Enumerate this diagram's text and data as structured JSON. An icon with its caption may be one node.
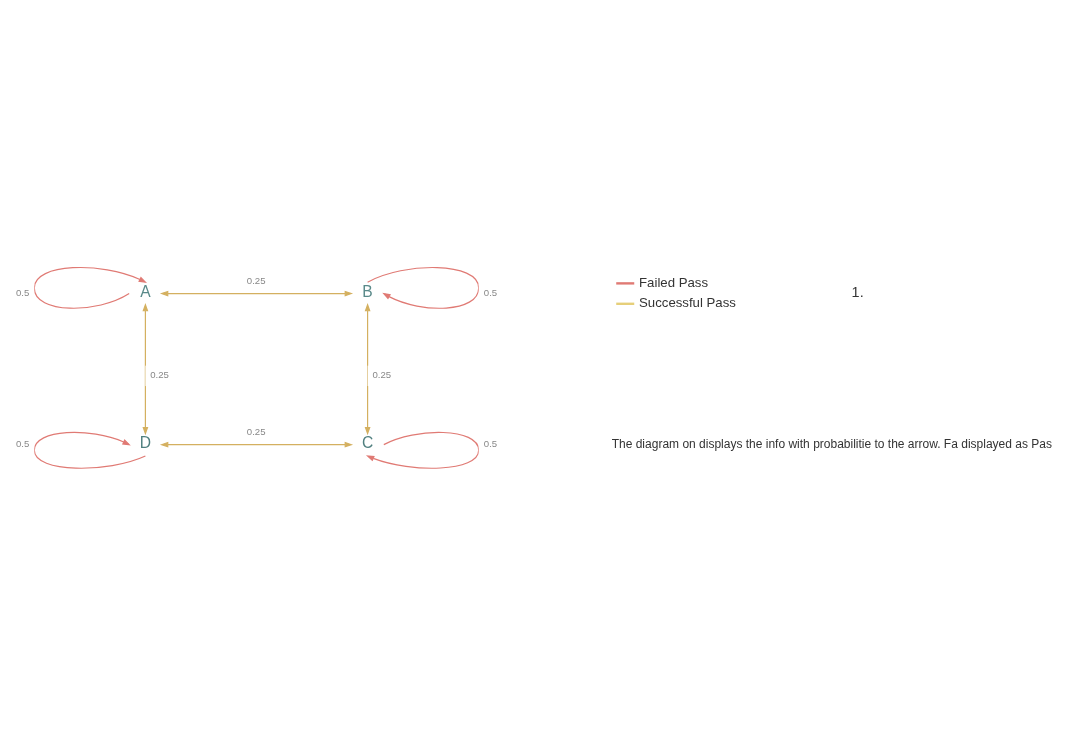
{
  "diagram": {
    "nodes": [
      {
        "text": [
          "A"
        ]
      },
      {
        "text": [
          "B"
        ]
      },
      {
        "text": [
          "D"
        ]
      },
      {
        "text": [
          "C"
        ]
      }
    ],
    "edges": [
      {
        "from": 0,
        "to": 0,
        "arrow": "to",
        "label": "0.5",
        "color": "#e07a74"
      },
      {
        "from": 1,
        "to": 1,
        "arrow": "to",
        "label": "0.5",
        "color": "#e07a74"
      },
      {
        "from": 0,
        "to": 1,
        "arrow": "both",
        "label": "0.25"
      },
      {
        "from": 0,
        "to": 2,
        "arrow": "both",
        "label": "0.25"
      },
      {
        "from": 1,
        "to": 3,
        "arrow": "both",
        "label": "0.25"
      },
      {
        "from": 2,
        "to": 3,
        "arrow": "both",
        "label": "0.25"
      },
      {
        "from": 2,
        "to": 2,
        "arrow": "to",
        "label": "0.5",
        "color": "#e07a74"
      },
      {
        "from": 3,
        "to": 3,
        "arrow": "to",
        "label": "0.5",
        "color": "#e07a74"
      }
    ],
    "labels": [
      "1.",
      "The diagram on displays the info with probabilitie to the arrow. Fa displayed as Pas"
    ],
    "legend": [
      {
        "text": "Failed Pass"
      },
      {
        "text": "Successful Pass"
      }
    ]
  }
}
